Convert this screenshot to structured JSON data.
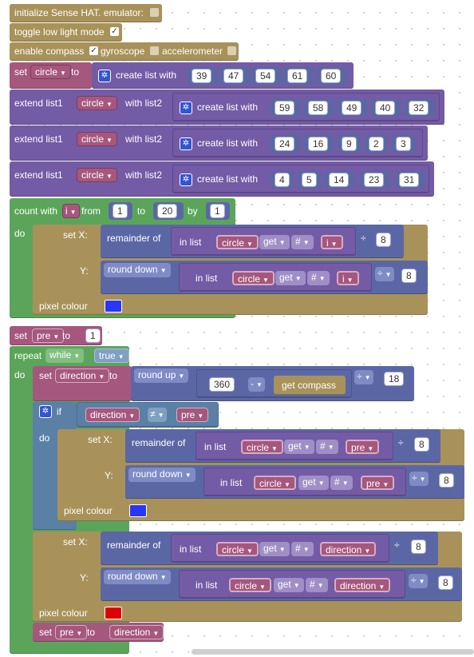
{
  "colors": {
    "sensehat": "#a8925a",
    "variables": "#a5577d",
    "lists": "#745ba5",
    "loops": "#5ba55b",
    "math": "#5b67a5",
    "logic": "#5b80a5",
    "pixel_blue": "#2b35f5",
    "pixel_red": "#e00000"
  },
  "init": {
    "label": "initialize Sense HAT. emulator:"
  },
  "lowlight": {
    "label": "toggle low light mode"
  },
  "compass": {
    "label": "enable compass",
    "gyroscope": "gyroscope",
    "accelerometer": "accelerometer"
  },
  "setcircle": {
    "set": "set",
    "var": "circle",
    "to": "to",
    "create": "create list with",
    "values": [
      "39",
      "47",
      "54",
      "61",
      "60"
    ]
  },
  "extend": {
    "label1": "extend list1",
    "var": "circle",
    "label2": "with list2",
    "create": "create list with",
    "rows": [
      [
        "59",
        "58",
        "49",
        "40",
        "32"
      ],
      [
        "24",
        "16",
        "9",
        "2",
        "3"
      ],
      [
        "4",
        "5",
        "14",
        "23",
        "31"
      ]
    ]
  },
  "countloop": {
    "count": "count with",
    "var": "i",
    "from": "from",
    "from_val": "1",
    "to": "to",
    "to_val": "20",
    "by": "by",
    "by_val": "1",
    "do": "do",
    "setx": "set X:",
    "y": "Y:",
    "remainder": "remainder of",
    "roundown": "round down",
    "inlist": "in list",
    "list": "circle",
    "get": "get",
    "hash": "#",
    "idx": "i",
    "div": "÷",
    "div_val": "8",
    "pixel": "pixel colour"
  },
  "setpre": {
    "set": "set",
    "var": "pre",
    "to": "to",
    "value": "1"
  },
  "repeat": {
    "repeat": "repeat",
    "mode": "while",
    "cond": "true",
    "do": "do"
  },
  "setdir": {
    "set": "set",
    "var": "direction",
    "to": "to",
    "roundup": "round up",
    "val360": "360",
    "minus": "-",
    "compass": "get compass",
    "div": "÷",
    "div_val": "18"
  },
  "ifblk": {
    "if": "if",
    "left": "direction",
    "op": "≠",
    "right": "pre",
    "do": "do"
  },
  "inner1": {
    "setx": "set X:",
    "y": "Y:",
    "remainder": "remainder of",
    "roundown": "round down",
    "inlist": "in list",
    "list": "circle",
    "get": "get",
    "hash": "#",
    "idx": "pre",
    "div": "÷",
    "div_val": "8",
    "pixel": "pixel colour"
  },
  "inner2": {
    "setx": "set X:",
    "y": "Y:",
    "remainder": "remainder of",
    "roundown": "round down",
    "inlist": "in list",
    "list": "circle",
    "get": "get",
    "hash": "#",
    "idx": "direction",
    "div": "÷",
    "div_val": "8",
    "pixel": "pixel colour"
  },
  "setpre2": {
    "set": "set",
    "var": "pre",
    "to": "to",
    "value": "direction"
  }
}
